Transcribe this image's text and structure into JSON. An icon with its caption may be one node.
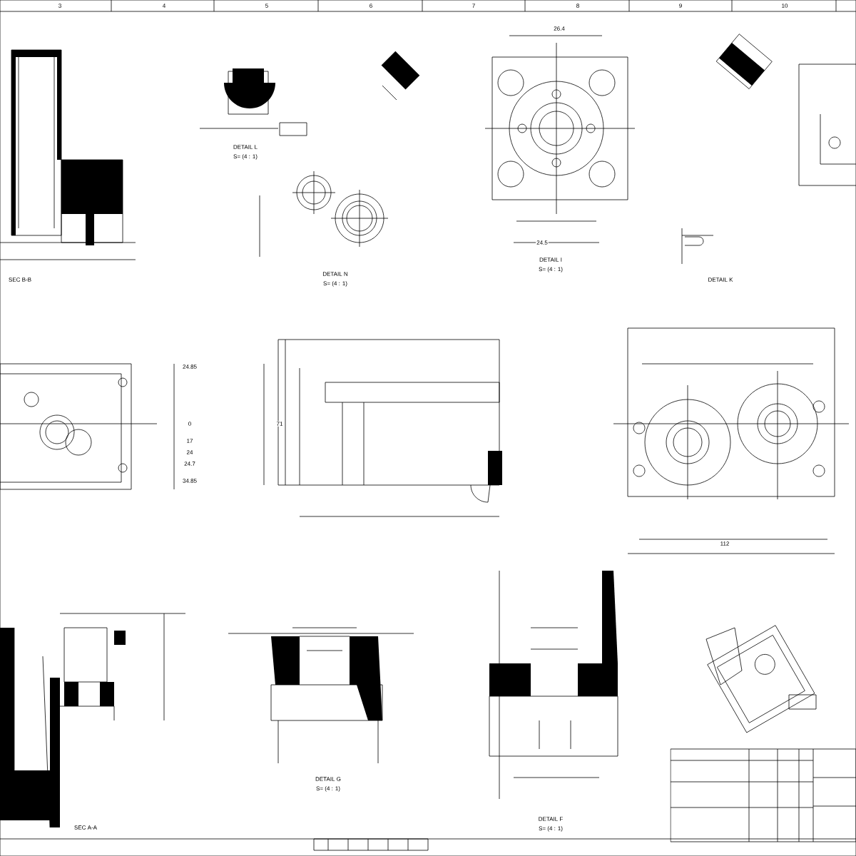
{
  "diagram": {
    "labels": [
      "3",
      "4",
      "5",
      "6",
      "7",
      "8",
      "9",
      "10",
      "SEC B-B",
      "DETAIL L",
      "S= (4 : 1)",
      "DETAIL N",
      "S= (4 : 1)",
      "DETAIL I",
      "S= (4 : 1)",
      "DETAIL K",
      "SEC A-A",
      "DETAIL G",
      "S= (4 : 1)",
      "DETAIL F",
      "S= (4 : 1)",
      "26.4",
      "24.5",
      "24.85",
      "0",
      "17",
      "24",
      "24.7",
      "34.85",
      "71",
      "112"
    ]
  }
}
